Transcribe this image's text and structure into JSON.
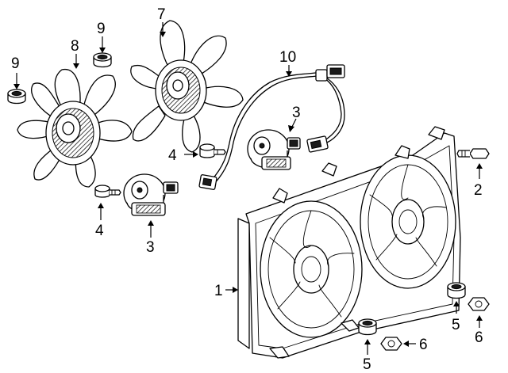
{
  "callouts": [
    {
      "id": "c1",
      "text": "1",
      "part": "radiator-shroud-assembly"
    },
    {
      "id": "c2",
      "text": "2",
      "part": "bolt"
    },
    {
      "id": "c3a",
      "text": "3",
      "part": "fan-motor-upper"
    },
    {
      "id": "c3b",
      "text": "3",
      "part": "fan-motor-lower"
    },
    {
      "id": "c4a",
      "text": "4",
      "part": "screw-upper"
    },
    {
      "id": "c4b",
      "text": "4",
      "part": "screw-lower"
    },
    {
      "id": "c5a",
      "text": "5",
      "part": "grommet-right"
    },
    {
      "id": "c5b",
      "text": "5",
      "part": "grommet-bottom"
    },
    {
      "id": "c6",
      "text": "6",
      "part": "nut"
    },
    {
      "id": "c7",
      "text": "7",
      "part": "fan-blade-right"
    },
    {
      "id": "c8",
      "text": "8",
      "part": "fan-blade-left"
    },
    {
      "id": "c9a",
      "text": "9",
      "part": "nut-cap-left"
    },
    {
      "id": "c9b",
      "text": "9",
      "part": "nut-cap-center"
    },
    {
      "id": "c10",
      "text": "10",
      "part": "wiring-harness"
    }
  ]
}
